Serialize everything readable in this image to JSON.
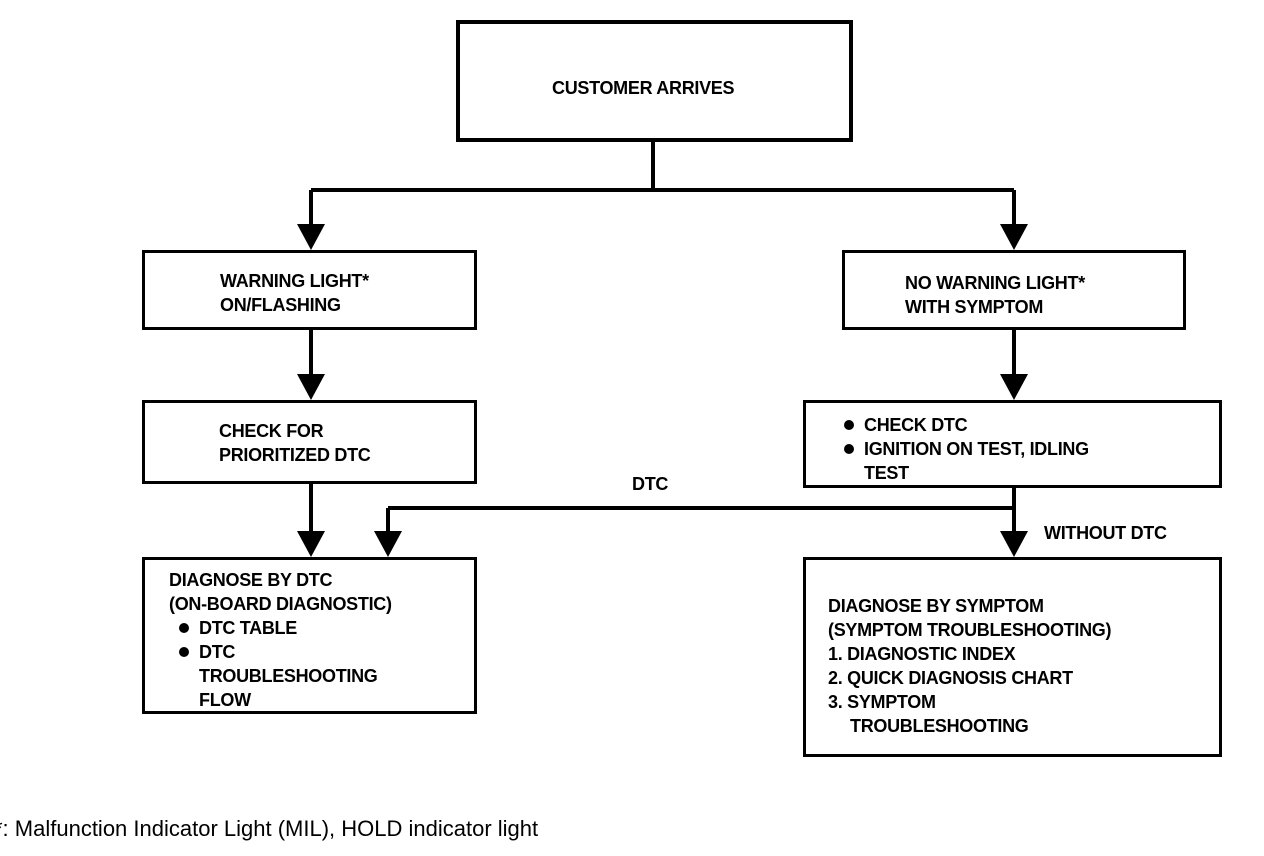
{
  "boxes": {
    "customer": {
      "text": "CUSTOMER ARRIVES"
    },
    "warning": {
      "lines": [
        "WARNING LIGHT*",
        "ON/FLASHING"
      ]
    },
    "no_warning": {
      "lines": [
        "NO WARNING LIGHT*",
        "WITH SYMPTOM"
      ]
    },
    "check_prioritized": {
      "lines": [
        "CHECK FOR",
        "PRIORITIZED DTC"
      ]
    },
    "check_dtc": {
      "bullets": [
        "CHECK DTC",
        "IGNITION ON TEST, IDLING"
      ],
      "continuation": "TEST"
    },
    "diagnose_dtc": {
      "lines": [
        "DIAGNOSE BY DTC",
        "(ON-BOARD DIAGNOSTIC)"
      ],
      "bullets": [
        "DTC TABLE",
        "DTC"
      ],
      "continuation": [
        "TROUBLESHOOTING",
        "FLOW"
      ]
    },
    "diagnose_symptom": {
      "lines": [
        "DIAGNOSE BY SYMPTOM",
        "(SYMPTOM TROUBLESHOOTING)",
        "1. DIAGNOSTIC INDEX",
        "2. QUICK DIAGNOSIS CHART",
        "3. SYMPTOM"
      ],
      "continuation": "TROUBLESHOOTING"
    }
  },
  "edge_labels": {
    "dtc": "DTC",
    "without_dtc": "WITHOUT DTC"
  },
  "footnote": "*: Malfunction Indicator Light (MIL), HOLD indicator light"
}
